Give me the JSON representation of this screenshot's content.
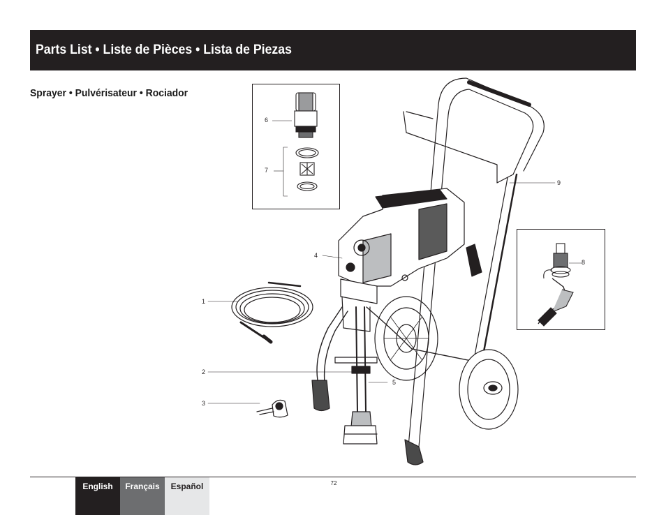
{
  "header": {
    "title": "Parts List • Liste de Pièces • Lista de Piezas"
  },
  "section": {
    "subtitle": "Sprayer • Pulvérisateur • Rociador"
  },
  "callouts": [
    "1",
    "2",
    "3",
    "4",
    "5",
    "6",
    "7",
    "8",
    "9"
  ],
  "footer": {
    "tabs": [
      "English",
      "Français",
      "Español"
    ],
    "page_number": "72"
  }
}
